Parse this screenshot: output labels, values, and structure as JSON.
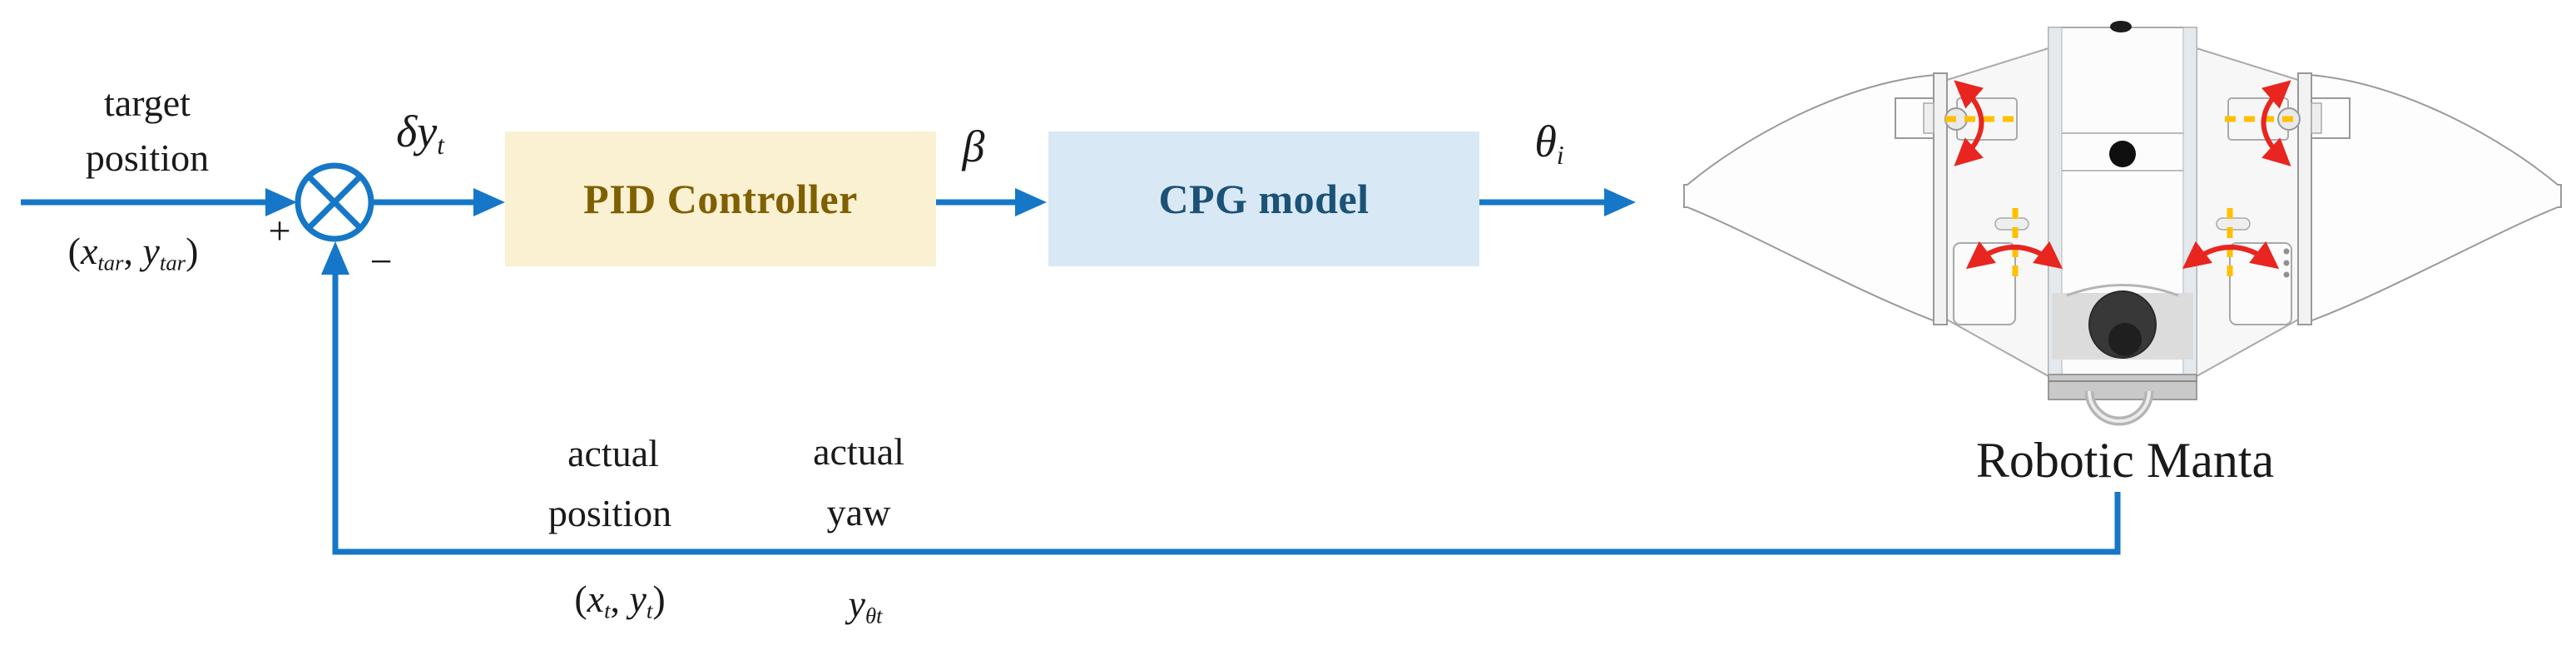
{
  "colors": {
    "line_blue": "#1677c8",
    "arrow_red": "#e8251f",
    "axis_yellow": "#ffc000",
    "pid_bg": "#faf0d2",
    "pid_text": "#7f6000",
    "cpg_bg": "#d9e8f5",
    "cpg_text": "#1b5276",
    "text_color": "#1a1a1a"
  },
  "source": {
    "line1": "target",
    "line2": "position",
    "coord": {
      "pre": "(",
      "v1": "x",
      "sub1": "tar",
      "sep": ", ",
      "v2": "y",
      "sub2": "tar",
      "post": ")"
    }
  },
  "junction": {
    "plus": "+",
    "minus": "−"
  },
  "signals": {
    "error": {
      "main": "δy",
      "sub": "t"
    },
    "beta": "β",
    "theta": {
      "main": "θ",
      "sub": "i"
    }
  },
  "blocks": {
    "pid": {
      "label": "PID Controller"
    },
    "cpg": {
      "label": "CPG model"
    }
  },
  "plant": {
    "caption": "Robotic Manta"
  },
  "feedback": {
    "position": {
      "line1": "actual",
      "line2": "position",
      "coord": {
        "pre": "(",
        "v1": "x",
        "sub1": "t",
        "sep": ", ",
        "v2": "y",
        "sub2": "t",
        "post": ")"
      }
    },
    "yaw": {
      "line1": "actual",
      "line2": "yaw",
      "value": {
        "main": "y",
        "sub": "θt"
      }
    }
  }
}
